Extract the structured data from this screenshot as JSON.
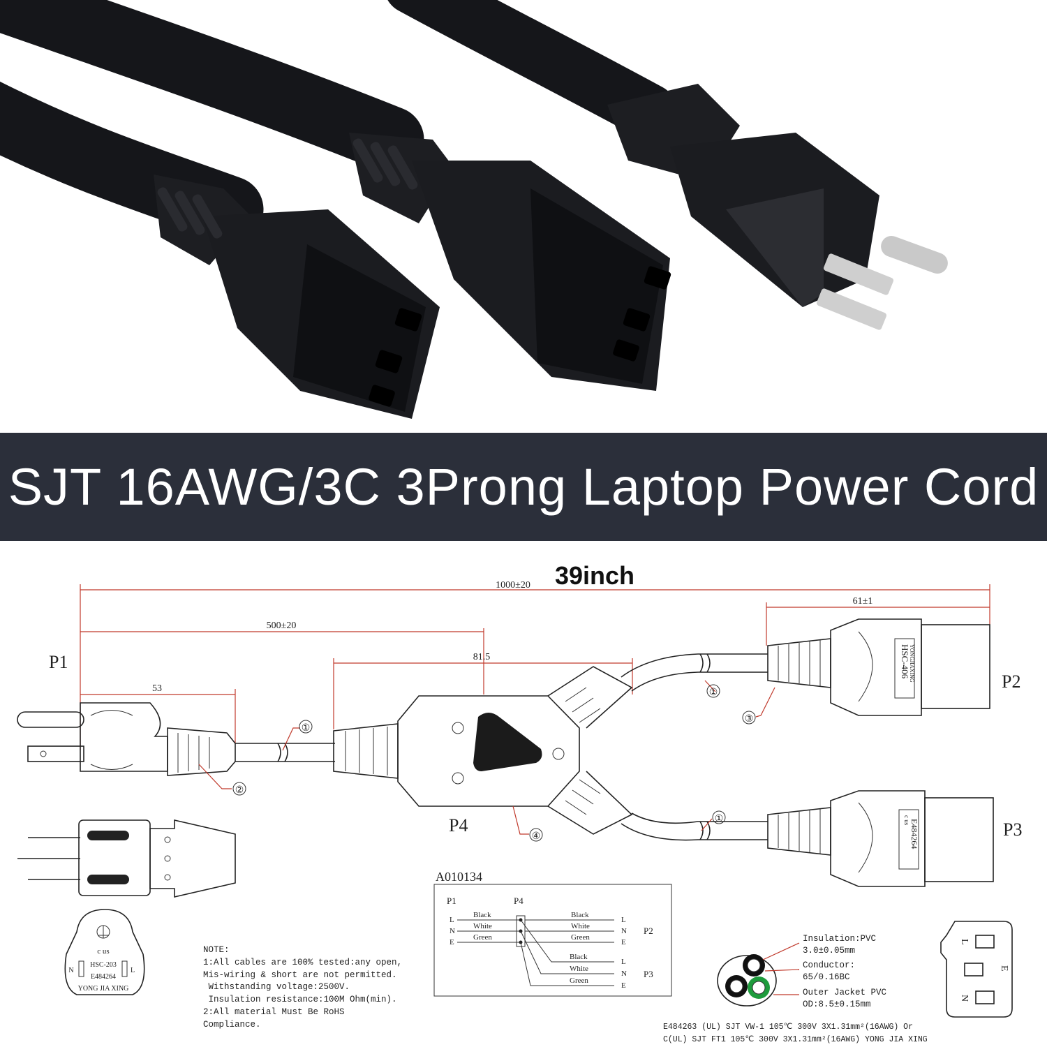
{
  "banner": {
    "title": "SJT 16AWG/3C 3Prong Laptop Power Cord"
  },
  "dimensions": {
    "headline": "39inch",
    "overall": "1000±20",
    "half": "500±20",
    "splitter": "81.5",
    "plug": "53",
    "connector": "61±1"
  },
  "ports": {
    "p1": "P1",
    "p2": "P2",
    "p3": "P3",
    "p4": "P4"
  },
  "callouts": [
    "①",
    "②",
    "③",
    "④"
  ],
  "connector_marks": {
    "p2_model": "HSC-406",
    "p2_maker": "YONGJIAXING",
    "p3_cert": "E484264",
    "p3_mark": "c us"
  },
  "wiring": {
    "code": "A010134",
    "p1": "P1",
    "p4": "P4",
    "p2": "P2",
    "p3": "P3",
    "left_pins": [
      "L",
      "N",
      "E"
    ],
    "left_colors": [
      "Black",
      "White",
      "Green"
    ],
    "p2_colors": [
      "Black",
      "White",
      "Green"
    ],
    "p2_pins": [
      "L",
      "N",
      "E"
    ],
    "p3_colors": [
      "Black",
      "White",
      "Green"
    ],
    "p3_pins": [
      "L",
      "N",
      "E"
    ]
  },
  "plug_badge": {
    "mark": "c us",
    "model": "HSC-203",
    "cert": "E484264",
    "maker": "YONG JIA XING",
    "n": "N",
    "l": "L"
  },
  "notes": [
    "NOTE:",
    "1:All cables are 100% tested:any open,",
    "Mis-wiring & short are not permitted.",
    " Withstanding voltage:2500V.",
    " Insulation resistance:100M Ohm(min).",
    "2:All material Must Be RoHS",
    "Compliance."
  ],
  "cable_spec": {
    "insulation_label": "Insulation:PVC",
    "insulation_value": "3.0±0.05mm",
    "conductor_label": "Conductor:",
    "conductor_value": "65/0.16BC",
    "jacket_label": "Outer Jacket PVC",
    "jacket_value": "OD:8.5±0.15mm"
  },
  "socket_pins": {
    "l": "L",
    "e": "E",
    "n": "N"
  },
  "footer": [
    "E484263 (UL) SJT VW-1 105℃ 300V 3X1.31mm²(16AWG) Or",
    "C(UL) SJT FT1 105℃ 300V 3X1.31mm²(16AWG) YONG JIA XING"
  ],
  "colors": {
    "banner": "#2b2f3a",
    "cable": "#15161a",
    "prong": "#c9c9c9",
    "dimension_line": "#c0392b",
    "green_wire": "#1e9b3c"
  }
}
